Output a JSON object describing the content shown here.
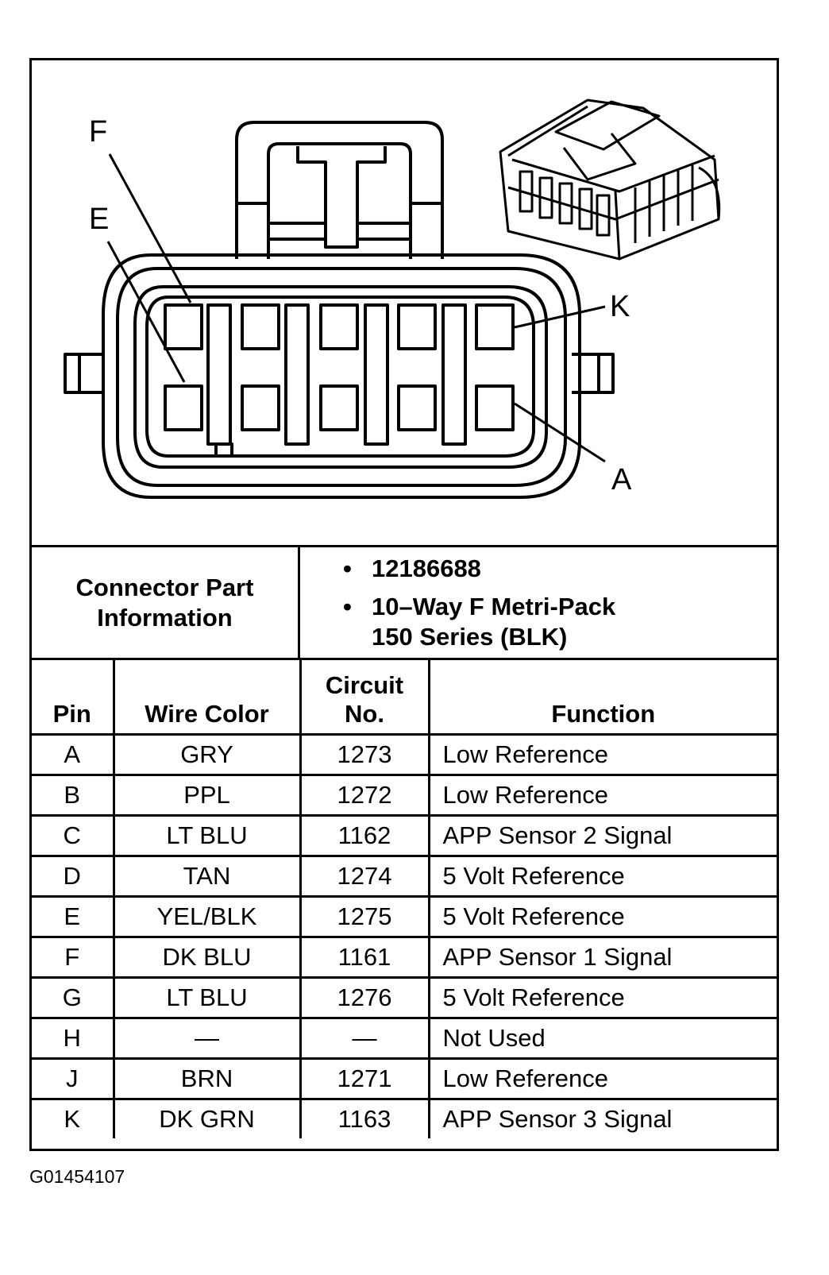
{
  "diagram": {
    "pin_labels": [
      "F",
      "E",
      "K",
      "A"
    ]
  },
  "connector_part_info": {
    "label": "Connector Part Information",
    "items": [
      "12186688",
      "10–Way F Metri-Pack\n150 Series (BLK)"
    ]
  },
  "pin_table": {
    "headers": {
      "pin": "Pin",
      "wire_color": "Wire Color",
      "circuit": "Circuit No.",
      "function": "Function"
    },
    "rows": [
      {
        "pin": "A",
        "wire_color": "GRY",
        "circuit": "1273",
        "function": "Low Reference"
      },
      {
        "pin": "B",
        "wire_color": "PPL",
        "circuit": "1272",
        "function": "Low Reference"
      },
      {
        "pin": "C",
        "wire_color": "LT BLU",
        "circuit": "1162",
        "function": "APP Sensor 2 Signal"
      },
      {
        "pin": "D",
        "wire_color": "TAN",
        "circuit": "1274",
        "function": "5 Volt Reference"
      },
      {
        "pin": "E",
        "wire_color": "YEL/BLK",
        "circuit": "1275",
        "function": "5 Volt Reference"
      },
      {
        "pin": "F",
        "wire_color": "DK BLU",
        "circuit": "1161",
        "function": "APP Sensor 1 Signal"
      },
      {
        "pin": "G",
        "wire_color": "LT BLU",
        "circuit": "1276",
        "function": "5 Volt Reference"
      },
      {
        "pin": "H",
        "wire_color": "—",
        "circuit": "—",
        "function": "Not Used"
      },
      {
        "pin": "J",
        "wire_color": "BRN",
        "circuit": "1271",
        "function": "Low Reference"
      },
      {
        "pin": "K",
        "wire_color": "DK GRN",
        "circuit": "1163",
        "function": "APP Sensor 3 Signal"
      }
    ]
  },
  "figure_id": "G01454107"
}
